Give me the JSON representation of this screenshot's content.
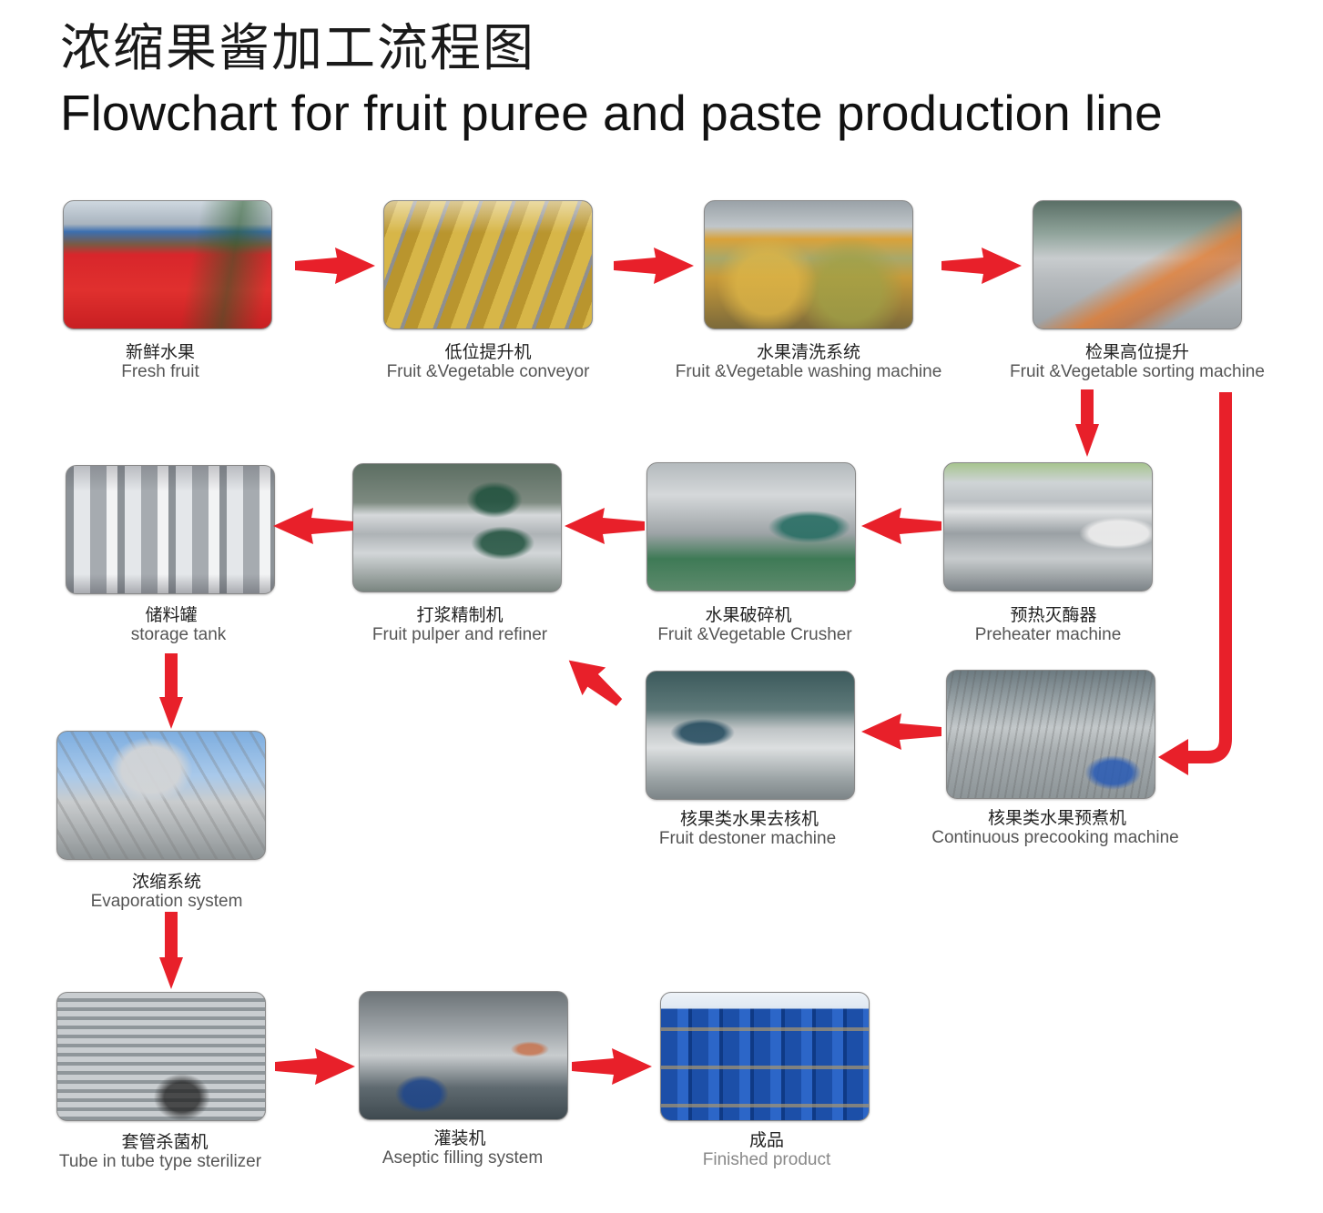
{
  "title": {
    "cn": "浓缩果酱加工流程图",
    "en": "Flowchart for fruit puree and paste production line"
  },
  "accent_color": "#e8202a",
  "steps": [
    {
      "cn": "新鲜水果",
      "en": "Fresh fruit",
      "photo": "red tomatoes in unloading trough"
    },
    {
      "cn": "低位提升机",
      "en": "Fruit &Vegetable conveyor",
      "photo": "yellow fruit on conveyor"
    },
    {
      "cn": "水果清洗系统",
      "en": "Fruit &Vegetable washing machine",
      "photo": "fruit under spray nozzles"
    },
    {
      "cn": "检果高位提升",
      "en": "Fruit &Vegetable sorting machine",
      "photo": "workers sorting fruit on inclined elevator"
    },
    {
      "cn": "预热灭酶器",
      "en": "Preheater machine",
      "photo": "tubular preheater with tank"
    },
    {
      "cn": "水果破碎机",
      "en": "Fruit &Vegetable Crusher",
      "photo": "crusher with green motor"
    },
    {
      "cn": "打浆精制机",
      "en": "Fruit pulper and refiner",
      "photo": "twin pulper machines"
    },
    {
      "cn": "储料罐",
      "en": "storage tank",
      "photo": "stainless steel storage tanks"
    },
    {
      "cn": "核果类水果预煮机",
      "en": "Continuous precooking machine",
      "photo": "precooker with conveyor"
    },
    {
      "cn": "核果类水果去核机",
      "en": "Fruit destoner machine",
      "photo": "destoner drum machine"
    },
    {
      "cn": "浓缩系统",
      "en": "Evaporation system",
      "photo": "evaporator towers on steel frame"
    },
    {
      "cn": "套管杀菌机",
      "en": "Tube in tube type sterilizer",
      "photo": "tube in tube sterilizer"
    },
    {
      "cn": "灌装机",
      "en": "Aseptic filling system",
      "photo": "aseptic filler with worker"
    },
    {
      "cn": "成品",
      "en": "Finished product",
      "photo": "stacked blue drums"
    }
  ]
}
